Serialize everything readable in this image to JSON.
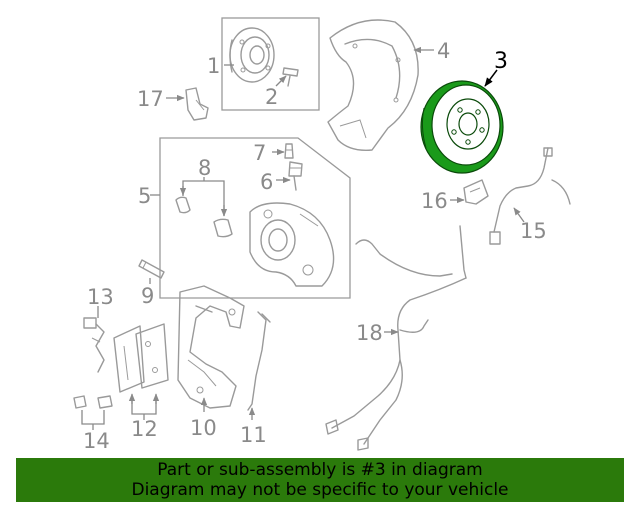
{
  "labels": {
    "p1": "1",
    "p2": "2",
    "p3": "3",
    "p4": "4",
    "p5": "5",
    "p6": "6",
    "p7": "7",
    "p8": "8",
    "p9": "9",
    "p10": "10",
    "p11": "11",
    "p12": "12",
    "p13": "13",
    "p14": "14",
    "p15": "15",
    "p16": "16",
    "p17": "17",
    "p18": "18"
  },
  "highlight_part": "3",
  "colors": {
    "banner": "#2b7a0b",
    "highlight_rotor": "#1a9a1a",
    "lines": "#9a9a9a"
  },
  "banner": {
    "line1": "Part or sub-assembly is #3 in diagram",
    "line2": "Diagram may not be specific to your vehicle"
  }
}
